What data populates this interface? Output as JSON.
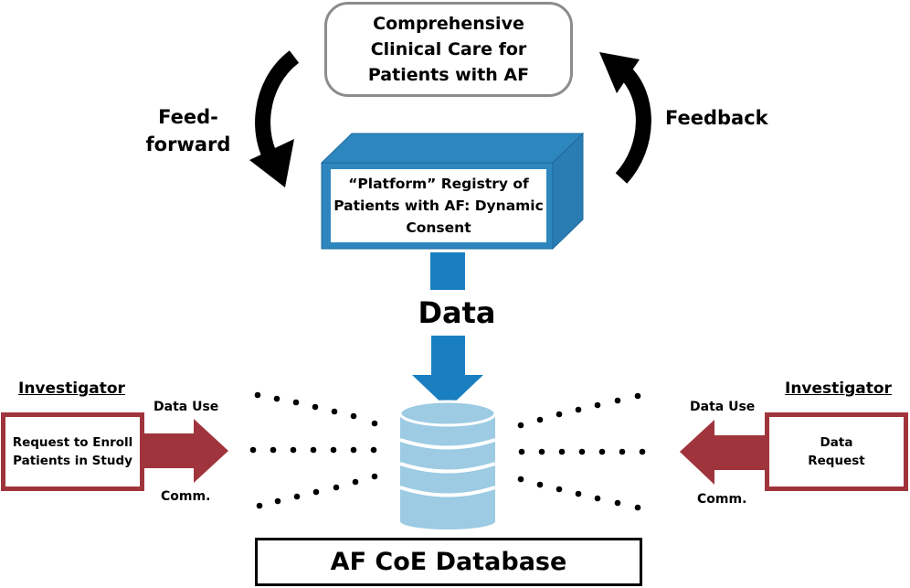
{
  "top_box": {
    "text": "Comprehensive Clinical Care for Patients with AF"
  },
  "feedforward_label": {
    "line1": "Feed-",
    "line2": "forward"
  },
  "feedback_label": "Feedback",
  "platform_box": {
    "text": "“Platform” Registry of Patients with AF: Dynamic Consent"
  },
  "data_label": "Data",
  "left_investigator": {
    "heading": "Investigator",
    "request_text": "Request to Enroll Patients in Study",
    "data_use_label": "Data Use",
    "comm_label": "Comm."
  },
  "right_investigator": {
    "heading": "Investigator",
    "request_text": "Data Request",
    "data_use_label": "Data Use",
    "comm_label": "Comm."
  },
  "database_label": "AF CoE Database",
  "colors": {
    "registry_blue": "#2e86bf",
    "registry_blue_dark": "#1e6a9c",
    "data_arrow_blue": "#1a7fc1",
    "database_blue": "#9ccbe3",
    "investigator_red": "#a0343c",
    "box_gray": "#8c8c8c",
    "cycle_arrow": "#000000"
  }
}
